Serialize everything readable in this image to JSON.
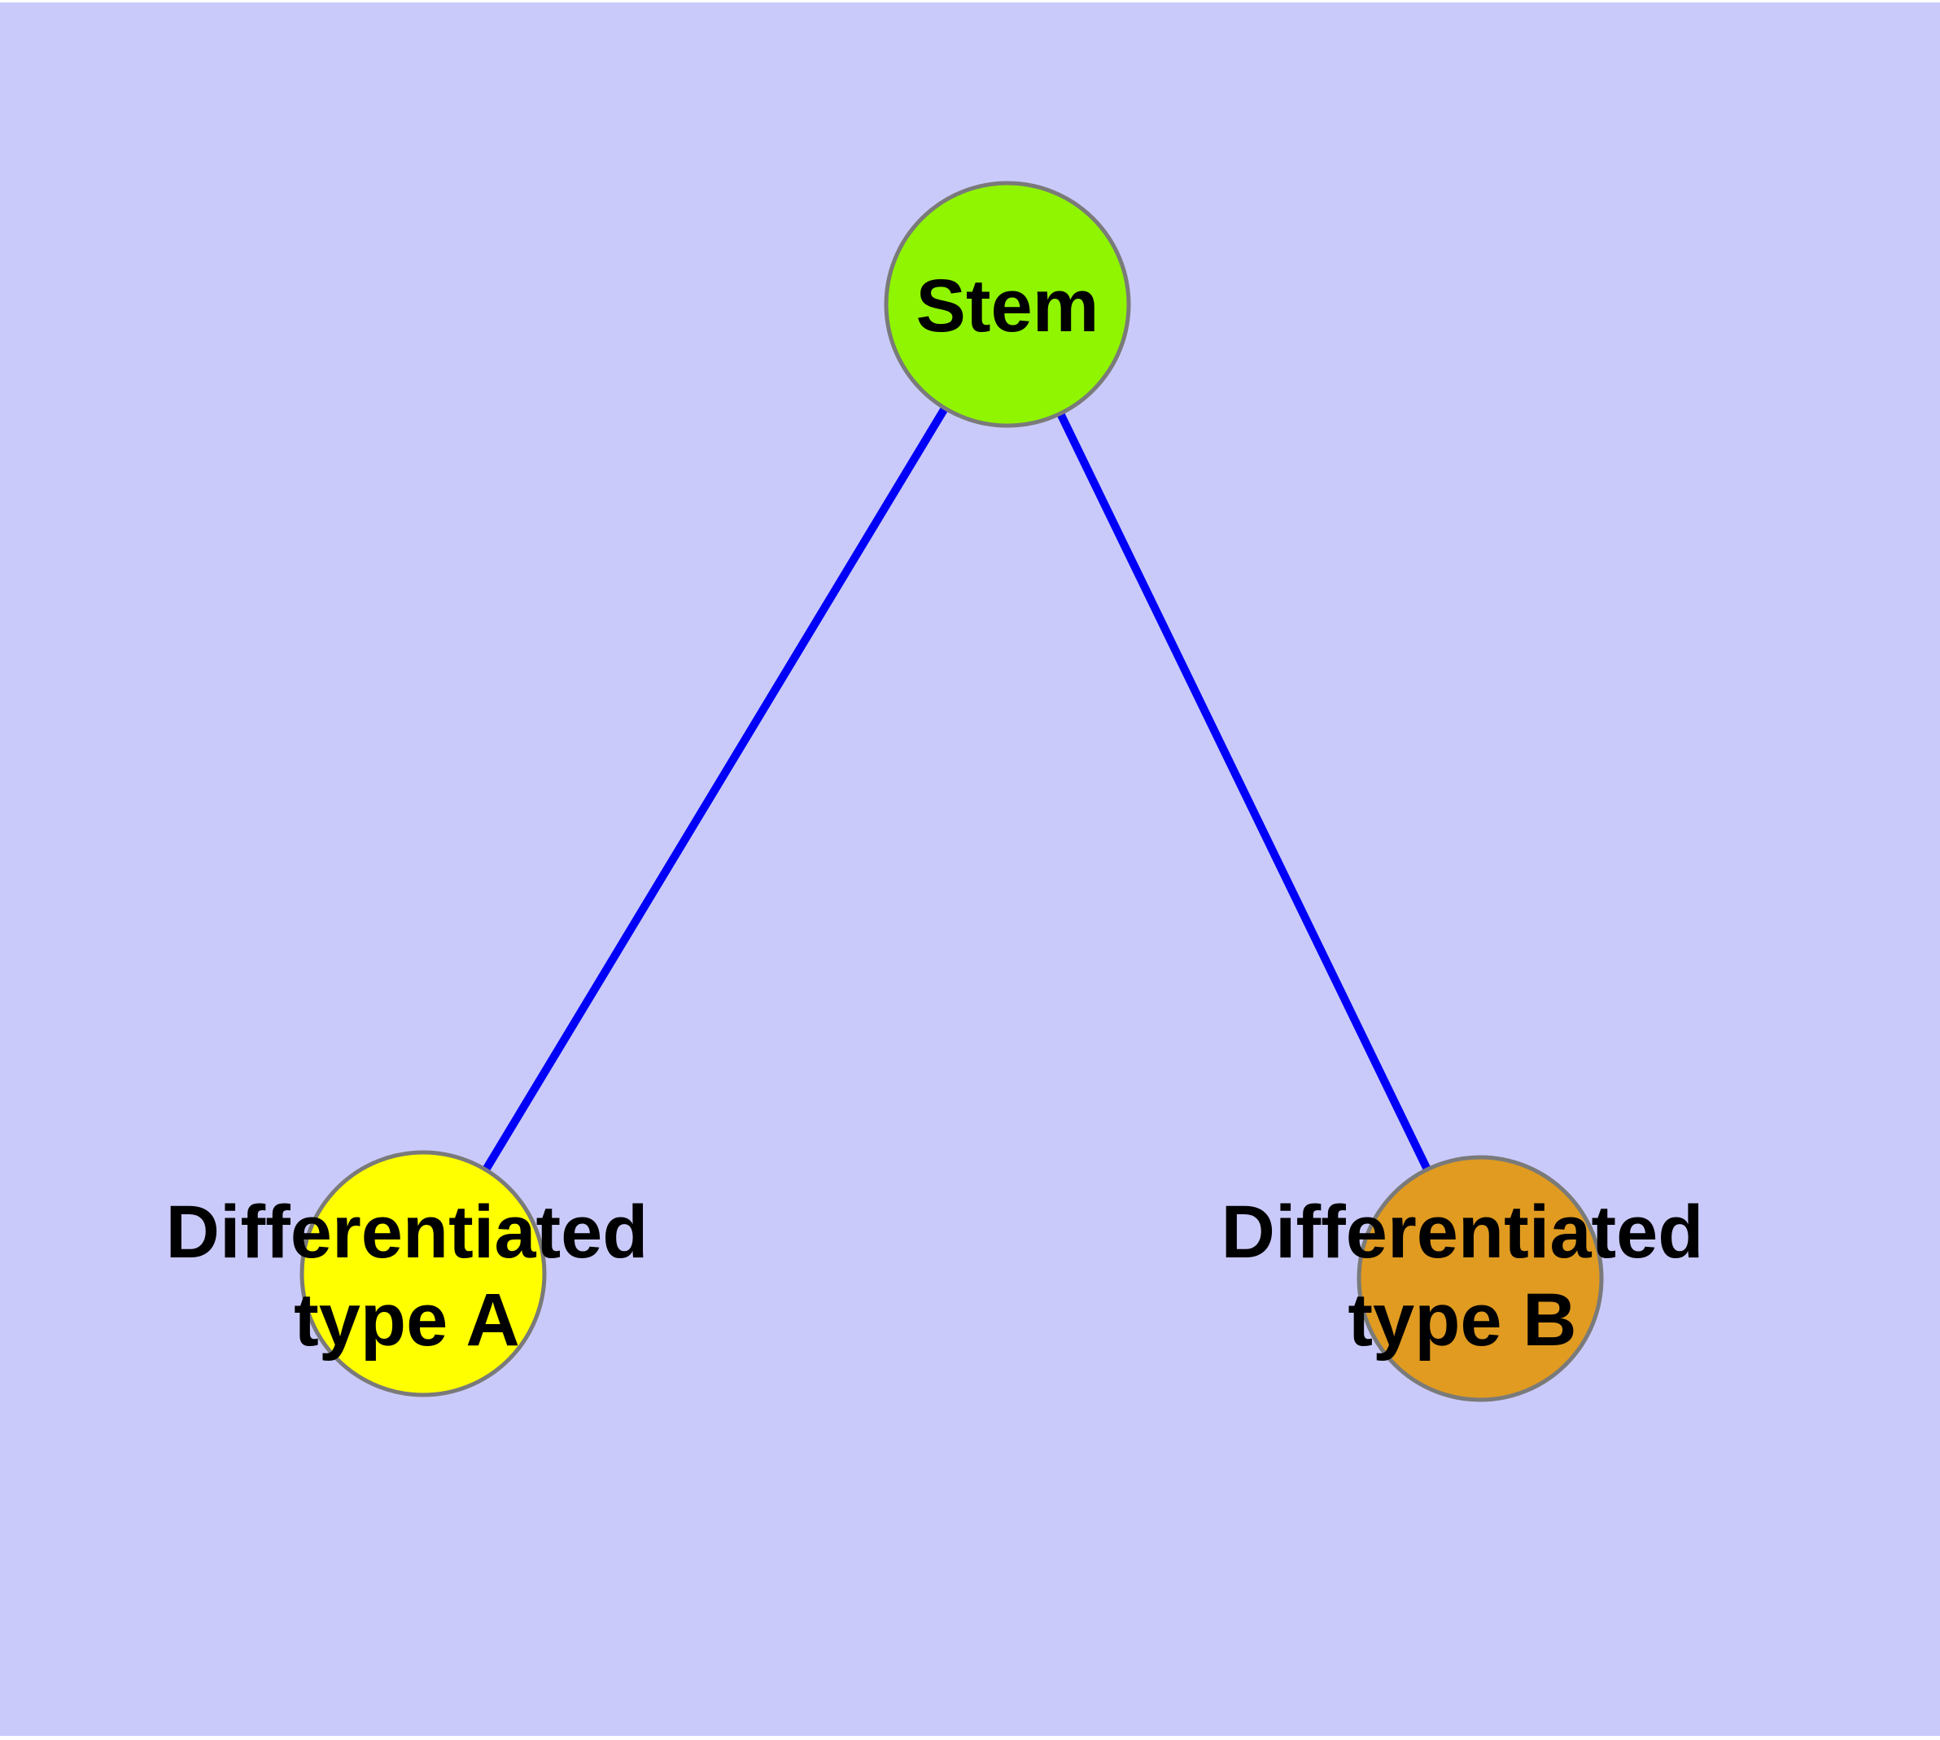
{
  "diagram": {
    "background_color": "#CACAFA",
    "page_margin_color": "#FFFFFF",
    "edge_color": "#0000F8",
    "node_border_color": "#7A7A7A",
    "label_color": "#000000",
    "nodes": [
      {
        "id": "stem",
        "label": "Stem",
        "color": "#8FF500"
      },
      {
        "id": "differentiated-type-a",
        "label_line1": "Differentiated",
        "label_line2": "type A",
        "color": "#FFFF00"
      },
      {
        "id": "differentiated-type-b",
        "label_line1": "Differentiated",
        "label_line2": "type B",
        "color": "#E09B20"
      }
    ],
    "edges": [
      {
        "from": "Stem",
        "to": "Differentiated type A"
      },
      {
        "from": "Stem",
        "to": "Differentiated type B"
      }
    ]
  }
}
